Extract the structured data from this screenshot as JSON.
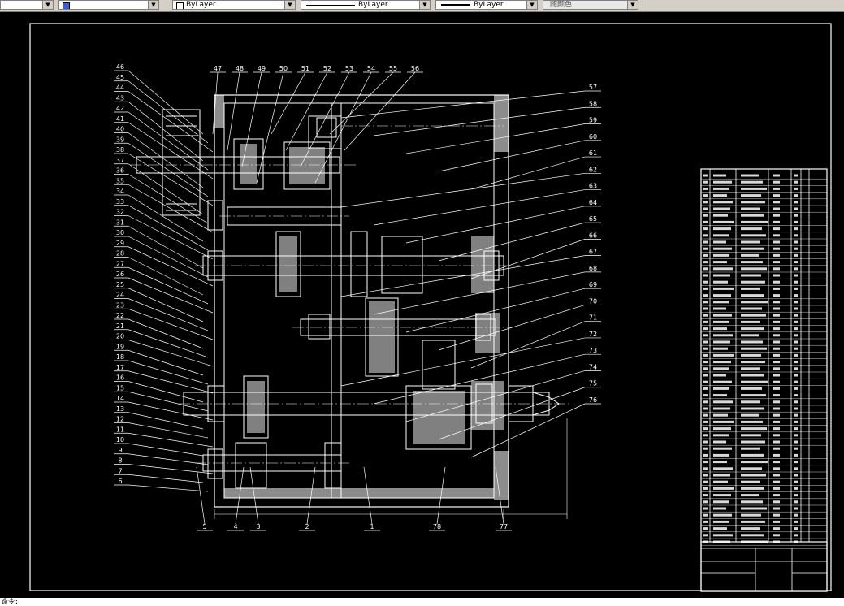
{
  "toolbar": {
    "layer_control": "ByLayer",
    "linetype_control": "ByLayer",
    "lineweight_control": "ByLayer",
    "plotstyle_control": "随颜色"
  },
  "drawing": {
    "labels_left": [
      "46",
      "45",
      "44",
      "43",
      "42",
      "41",
      "40",
      "39",
      "38",
      "37",
      "36",
      "35",
      "34",
      "33",
      "32",
      "31",
      "30",
      "29",
      "28",
      "27",
      "26",
      "25",
      "24",
      "23",
      "22",
      "21",
      "20",
      "19",
      "18",
      "17",
      "16",
      "15",
      "14",
      "13",
      "12",
      "11",
      "10",
      "9",
      "8",
      "7",
      "6"
    ],
    "labels_top": [
      "47",
      "48",
      "49",
      "50",
      "51",
      "52",
      "53",
      "54",
      "55",
      "56"
    ],
    "labels_right": [
      "57",
      "58",
      "59",
      "60",
      "61",
      "62",
      "63",
      "64",
      "65",
      "66",
      "67",
      "68",
      "69",
      "70",
      "71",
      "72",
      "73",
      "74",
      "75",
      "76"
    ],
    "labels_bottom": [
      "5",
      "4",
      "3",
      "2",
      "1",
      "78",
      "77"
    ]
  },
  "command_line": "命令: "
}
